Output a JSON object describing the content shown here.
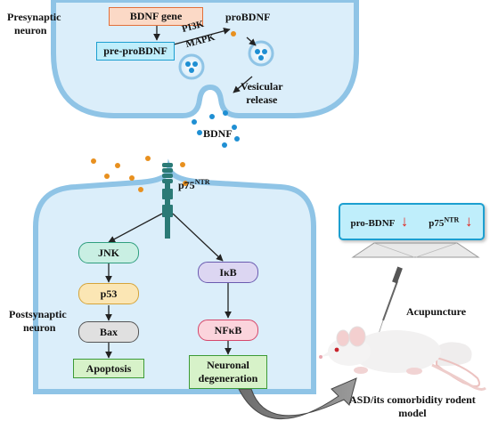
{
  "presynaptic": {
    "label_line1": "Presynaptic",
    "label_line2": "neuron"
  },
  "postsynaptic": {
    "label_line1": "Postsynaptic",
    "label_line2": "neuron"
  },
  "pre_nodes": {
    "bdnf_gene": "BDNF gene",
    "pre_pro_bdnf": "pre-proBDNF",
    "pi3k": "PI3K",
    "mapk": "MAPK",
    "pro_bdnf": "proBDNF",
    "vesicular_release_line1": "Vesicular",
    "vesicular_release_line2": "release",
    "bdnf": "BDNF"
  },
  "receptor": {
    "name": "p75",
    "superscript": "NTR"
  },
  "pathway": {
    "jnk": "JNK",
    "p53": "p53",
    "bax": "Bax",
    "apoptosis": "Apoptosis",
    "ikb": "IκB",
    "nfkb": "NFκB",
    "neuronal_degeneration_line1": "Neuronal",
    "neuronal_degeneration_line2": "degeneration"
  },
  "panel": {
    "pro_bdnf": "pro-BDNF",
    "p75": "p75",
    "p75_sup": "NTR",
    "decrease_arrow": "↓"
  },
  "acupuncture": "Acupuncture",
  "model": {
    "line1": "ASD/its comorbidity rodent",
    "line2": "model"
  },
  "colors": {
    "membrane_fill": "#dbeefa",
    "membrane_stroke": "#8fc4e6",
    "orange_box_fill": "#fbd9c6",
    "orange_box_stroke": "#e2703a",
    "cyan_box_fill": "#bfeefb",
    "cyan_box_stroke": "#1c9fd0",
    "green_pill_fill": "#c9efe3",
    "green_pill_stroke": "#2f9e7e",
    "yellow_pill_fill": "#fbe6b4",
    "yellow_pill_stroke": "#d5a43a",
    "gray_pill_fill": "#e0e0e0",
    "gray_pill_stroke": "#555555",
    "purple_pill_fill": "#dcd6f2",
    "purple_pill_stroke": "#6a5bb0",
    "pink_pill_fill": "#fbd4dc",
    "pink_pill_stroke": "#d5476a",
    "green_box_fill": "#d7f2c9",
    "green_box_stroke": "#3c9a36",
    "receptor": "#2b7a76",
    "bdnf_dot": "#1f8fd3",
    "probdnf_dot": "#e8901f",
    "red_arrow": "#e0261f"
  },
  "icons": [
    "rat-icon",
    "acupuncture-needle-icon",
    "curved-arrow-icon",
    "receptor-icon",
    "vesicle-icon"
  ]
}
